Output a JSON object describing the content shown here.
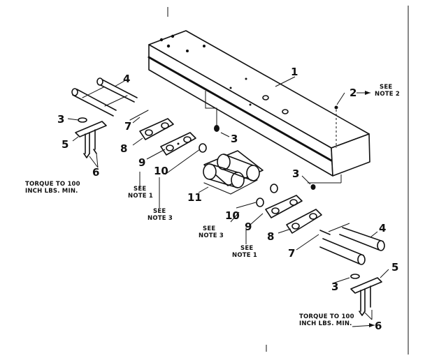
{
  "diagram": {
    "callouts": {
      "c1": "1",
      "c2": "2",
      "c3a": "3",
      "c3b": "3",
      "c3c": "3",
      "c3d": "3",
      "c4a": "4",
      "c4b": "4",
      "c5a": "5",
      "c5b": "5",
      "c6a": "6",
      "c6b": "6",
      "c7a": "7",
      "c7b": "7",
      "c8a": "8",
      "c8b": "8",
      "c9a": "9",
      "c9b": "9",
      "c10a": "10",
      "c10b": "10",
      "c11": "11"
    },
    "notes": {
      "see": "SEE",
      "note1": "NOTE 1",
      "note2": "NOTE 2",
      "note3": "NOTE 3",
      "torque_line1": "TORQUE TO 100",
      "torque_line2": "INCH LBS. MIN."
    }
  }
}
